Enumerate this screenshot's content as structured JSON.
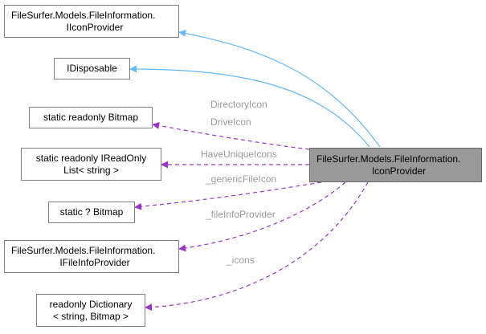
{
  "nodes": {
    "iicon_provider": {
      "lines": [
        "FileSurfer.Models.FileInformation.",
        "IIconProvider"
      ]
    },
    "idisposable": {
      "lines": [
        "IDisposable"
      ]
    },
    "bitmap_ro": {
      "lines": [
        "static readonly Bitmap"
      ]
    },
    "readonly_list": {
      "lines": [
        "static readonly IReadOnly",
        "List< string >"
      ]
    },
    "bitmap_nullable": {
      "lines": [
        "static ? Bitmap"
      ]
    },
    "ifileinfo_provider": {
      "lines": [
        "FileSurfer.Models.FileInformation.",
        "IFileInfoProvider"
      ]
    },
    "dictionary": {
      "lines": [
        "readonly Dictionary",
        "< string, Bitmap >"
      ]
    },
    "icon_provider": {
      "lines": [
        "FileSurfer.Models.FileInformation.",
        "IconProvider"
      ]
    }
  },
  "edge_labels": {
    "directory_icon": "DirectoryIcon",
    "drive_icon": "DriveIcon",
    "have_unique_icons": "HaveUniqueIcons",
    "generic_file_icon": "_genericFileIcon",
    "file_info_provider": "_fileInfoProvider",
    "icons": "_icons"
  },
  "colors": {
    "inheritance_edge": "#63b8ff",
    "usage_edge": "#9a32cd",
    "main_node_fill": "#999999",
    "node_border": "#7f7f7f",
    "edge_label": "#9a9a9a"
  }
}
